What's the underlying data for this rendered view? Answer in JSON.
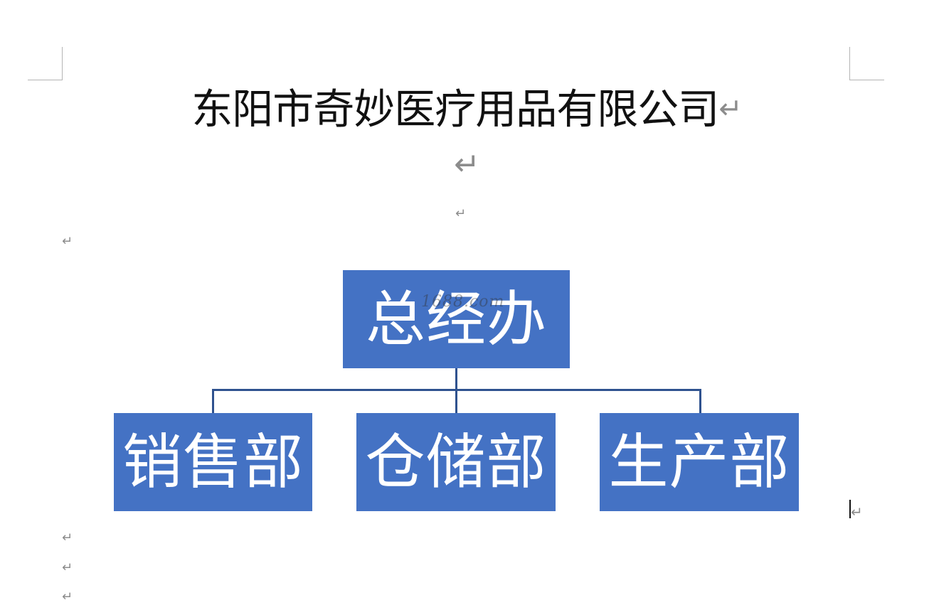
{
  "document": {
    "title": "东阳市奇妙医疗用品有限公司",
    "paragraph_mark": "↵"
  },
  "org_chart": {
    "root": "总经办",
    "children": [
      "销售部",
      "仓储部",
      "生产部"
    ],
    "box_color": "#4472c4",
    "connector_color": "#2f528f"
  },
  "watermark": {
    "text": "1688.com"
  }
}
